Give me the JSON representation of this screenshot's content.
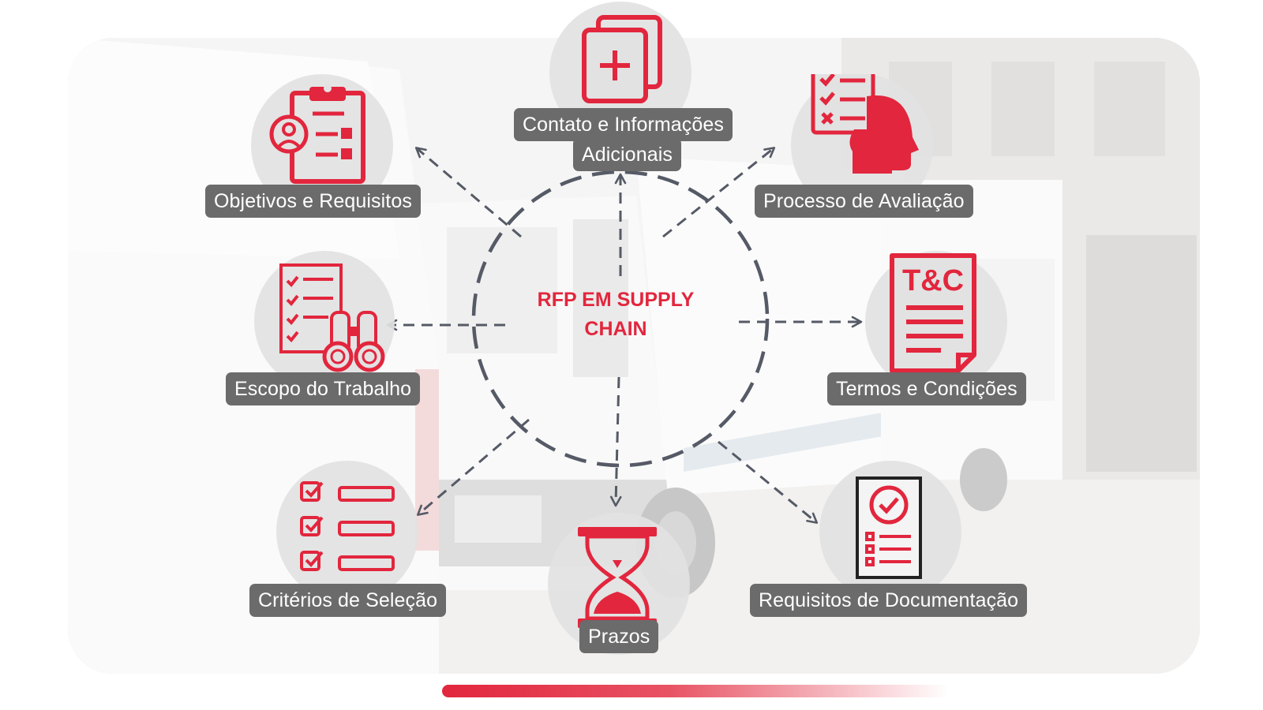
{
  "center": {
    "line1": "RFP EM SUPPLY",
    "line2": "CHAIN"
  },
  "colors": {
    "accent": "#e2263d",
    "label_bg": "#6b6b6b",
    "dash": "#555a66"
  },
  "nodes": {
    "contato": {
      "line1": "Contato e Informações",
      "line2": "Adicionais",
      "icon": "plus-documents-icon"
    },
    "objetivos": {
      "label": "Objetivos e Requisitos",
      "icon": "clipboard-user-icon"
    },
    "avaliacao": {
      "label": "Processo de Avaliação",
      "icon": "head-checklist-icon"
    },
    "escopo": {
      "label": "Escopo do Trabalho",
      "icon": "checklist-binoculars-icon"
    },
    "termos": {
      "label": "Termos e Condições",
      "icon": "tc-document-icon",
      "icon_text": "T&C"
    },
    "criterios": {
      "label": "Critérios de Seleção",
      "icon": "checkbox-list-icon"
    },
    "prazos": {
      "label": "Prazos",
      "icon": "hourglass-icon"
    },
    "documentacao": {
      "label": "Requisitos de Documentação",
      "icon": "document-check-icon"
    }
  }
}
